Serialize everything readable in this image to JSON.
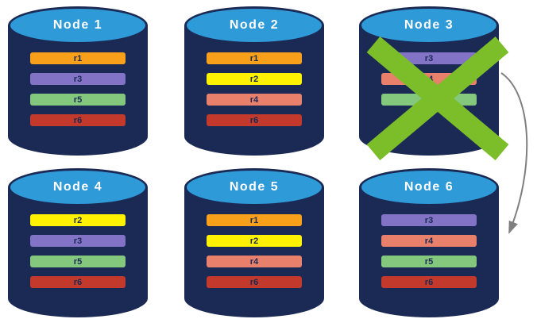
{
  "diagram": {
    "background": "#FFFFFF",
    "node_body_color": "#1B2A55",
    "node_top_color": "#2E9AD8",
    "node_label_color": "#FFFFFF",
    "record_label_color": "#1B2A55",
    "failure_x_color": "#7CBD2A",
    "arrow_color": "#7F7F7F",
    "failed_node": "Node 3"
  },
  "nodes": [
    {
      "label": "Node 1",
      "records": [
        {
          "label": "r1",
          "color": "#F9A01B"
        },
        {
          "label": "r3",
          "color": "#8273C7"
        },
        {
          "label": "r5",
          "color": "#84C87E"
        },
        {
          "label": "r6",
          "color": "#C3392B"
        }
      ]
    },
    {
      "label": "Node 2",
      "records": [
        {
          "label": "r1",
          "color": "#F9A01B"
        },
        {
          "label": "r2",
          "color": "#FFF200"
        },
        {
          "label": "r4",
          "color": "#E9806B"
        },
        {
          "label": "r6",
          "color": "#C3392B"
        }
      ]
    },
    {
      "label": "Node 3",
      "failed": true,
      "records": [
        {
          "label": "r3",
          "color": "#8273C7"
        },
        {
          "label": "r4",
          "color": "#E9806B"
        },
        {
          "label": "r5",
          "color": "#84C87E"
        }
      ]
    },
    {
      "label": "Node 4",
      "records": [
        {
          "label": "r2",
          "color": "#FFF200"
        },
        {
          "label": "r3",
          "color": "#8273C7"
        },
        {
          "label": "r5",
          "color": "#84C87E"
        },
        {
          "label": "r6",
          "color": "#C3392B"
        }
      ]
    },
    {
      "label": "Node 5",
      "records": [
        {
          "label": "r1",
          "color": "#F9A01B"
        },
        {
          "label": "r2",
          "color": "#FFF200"
        },
        {
          "label": "r4",
          "color": "#E9806B"
        },
        {
          "label": "r6",
          "color": "#C3392B"
        }
      ]
    },
    {
      "label": "Node 6",
      "records": [
        {
          "label": "r3",
          "color": "#8273C7"
        },
        {
          "label": "r4",
          "color": "#E9806B"
        },
        {
          "label": "r5",
          "color": "#84C87E"
        },
        {
          "label": "r6",
          "color": "#C3392B"
        }
      ]
    }
  ]
}
